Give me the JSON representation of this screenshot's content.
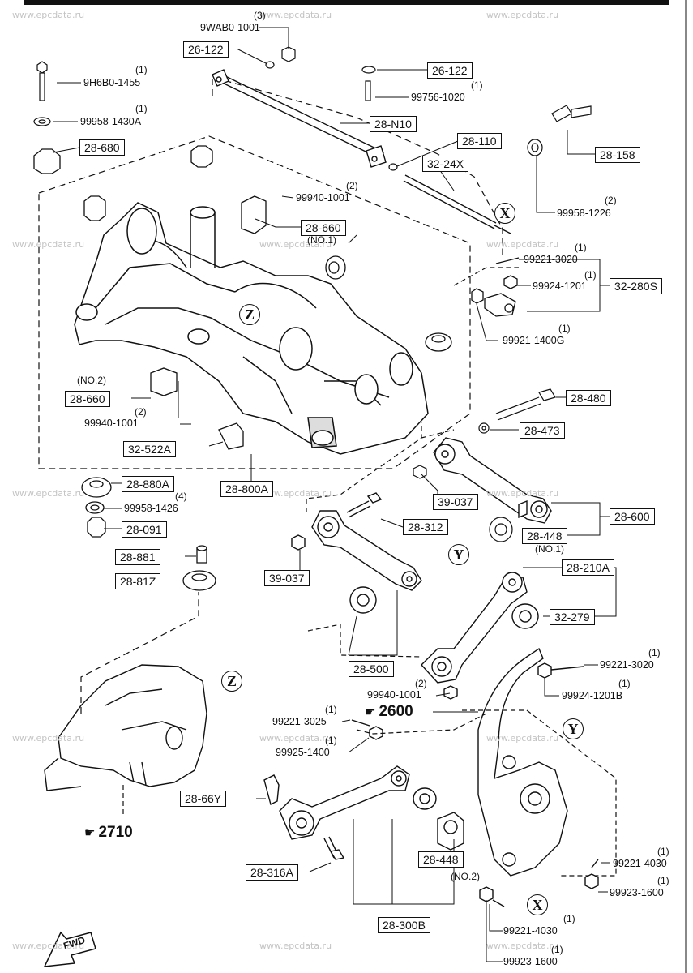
{
  "watermark": "www.epcdata.ru",
  "boxed_labels": {
    "b_26_122_a": "26-122",
    "b_26_122_b": "26-122",
    "b_28_n10": "28-N10",
    "b_28_680": "28-680",
    "b_28_110": "28-110",
    "b_28_158": "28-158",
    "b_32_24x": "32-24X",
    "b_28_660_a": "28-660",
    "b_32_280s": "32-280S",
    "b_28_660_b": "28-660",
    "b_28_480": "28-480",
    "b_28_473": "28-473",
    "b_32_522a": "32-522A",
    "b_28_800a": "28-800A",
    "b_28_880a": "28-880A",
    "b_39_037_a": "39-037",
    "b_28_312": "28-312",
    "b_28_600": "28-600",
    "b_28_091": "28-091",
    "b_28_448_a": "28-448",
    "b_28_881": "28-881",
    "b_28_210a": "28-210A",
    "b_28_81z": "28-81Z",
    "b_39_037_b": "39-037",
    "b_32_279": "32-279",
    "b_28_500": "28-500",
    "b_28_66y": "28-66Y",
    "b_28_316a": "28-316A",
    "b_28_448_b": "28-448",
    "b_28_300b": "28-300B"
  },
  "part_numbers": {
    "p_9wab0": "9WAB0-1001",
    "p_9h6b0": "9H6B0-1455",
    "p_99756": "99756-1020",
    "p_99958_1430a": "99958-1430A",
    "p_99940_a": "99940-1001",
    "p_99958_1226": "99958-1226",
    "p_99221_3020_a": "99221-3020",
    "p_99924_1201": "99924-1201",
    "p_99921_1400g": "99921-1400G",
    "p_99940_b": "99940-1001",
    "p_99958_1426": "99958-1426",
    "p_99221_3020_b": "99221-3020",
    "p_99924_1201b": "99924-1201B",
    "p_99940_c": "99940-1001",
    "p_99221_3025": "99221-3025",
    "p_99925_1400": "99925-1400",
    "p_99221_4030_a": "99221-4030",
    "p_99923_1600_a": "99923-1600",
    "p_99221_4030_b": "99221-4030",
    "p_99923_1600_b": "99923-1600"
  },
  "quantities": {
    "q_9wab0": "(3)",
    "q_9h6b0": "(1)",
    "q_99756": "(1)",
    "q_99958_1430a": "(1)",
    "q_99940_a": "(2)",
    "q_99958_1226": "(2)",
    "q_99221_3020_a": "(1)",
    "q_99924_1201": "(1)",
    "q_99921_1400g": "(1)",
    "q_99940_b": "(2)",
    "q_99958_1426": "(4)",
    "q_99221_3020_b": "(1)",
    "q_99924_1201b": "(1)",
    "q_99940_c": "(2)",
    "q_99221_3025": "(1)",
    "q_99925_1400": "(1)",
    "q_99221_4030_a": "(1)",
    "q_99923_1600_a": "(1)",
    "q_99221_4030_b": "(1)",
    "q_99923_1600_b": "(1)"
  },
  "notes": {
    "no1_a": "(NO.1)",
    "no2_a": "(NO.2)",
    "no1_b": "(NO.1)",
    "no2_b": "(NO.2)"
  },
  "callouts": {
    "x_a": "X",
    "z_a": "Z",
    "y_a": "Y",
    "z_b": "Z",
    "y_b": "Y",
    "x_b": "X"
  },
  "references": {
    "ref_2600": "2600",
    "ref_2710": "2710",
    "fwd": "FWD"
  }
}
